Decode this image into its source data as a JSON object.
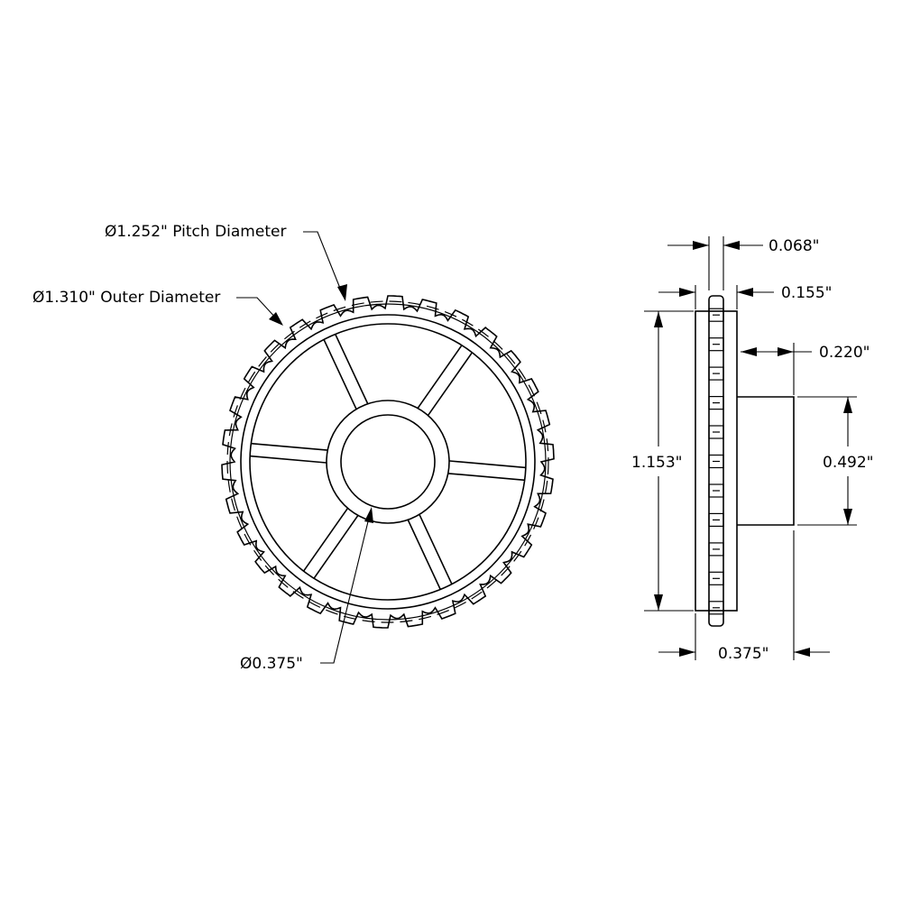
{
  "front_view": {
    "pitch_diameter_label": "Ø1.252\" Pitch Diameter",
    "outer_diameter_label": "Ø1.310\" Outer Diameter",
    "bore_label": "Ø0.375\""
  },
  "side_view": {
    "tooth_width_label": "0.068\"",
    "flange_width_label": "0.155\"",
    "hub_length_label": "0.220\"",
    "overall_height_label": "1.153\"",
    "hub_diameter_label": "0.492\"",
    "overall_width_label": "0.375\""
  },
  "drawing": {
    "tooth_count": 30,
    "spoke_count": 6,
    "line_color": "#000000"
  }
}
